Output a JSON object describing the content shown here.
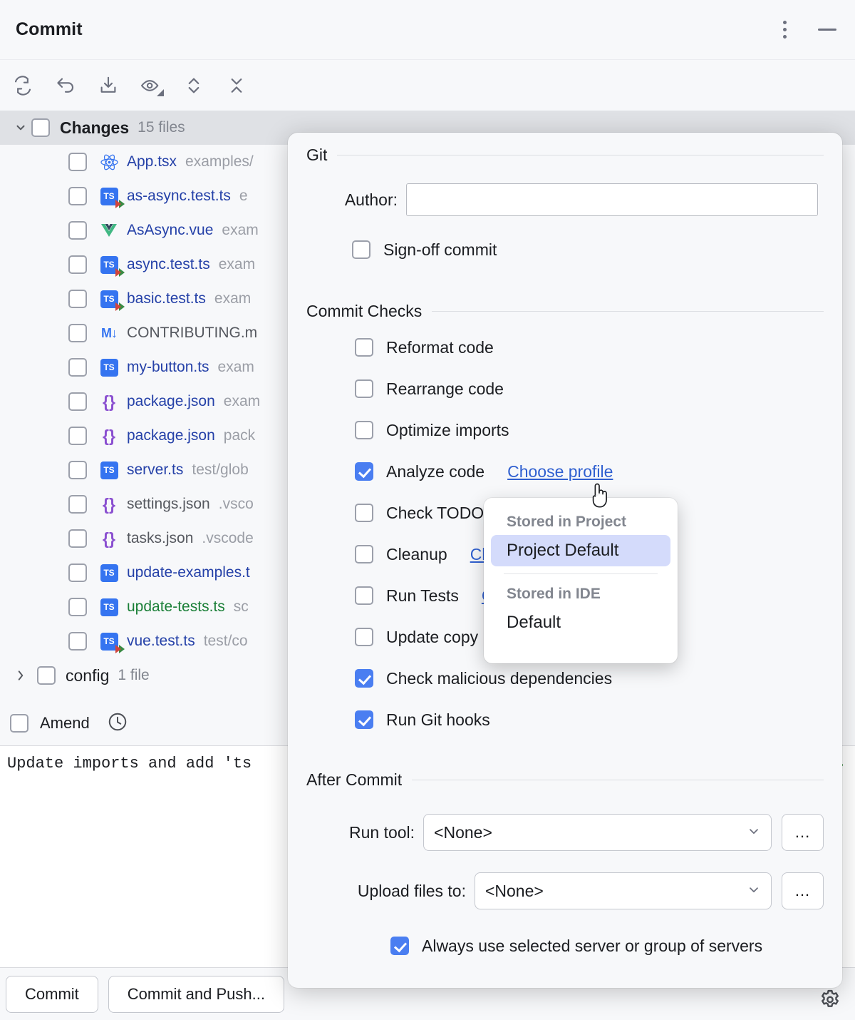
{
  "window": {
    "title": "Commit",
    "more_actions_icon": "kebab-menu-icon",
    "minimize_icon": "minimize-icon"
  },
  "toolbar": {
    "items": [
      {
        "name": "refresh-changes-icon",
        "label": "Refresh"
      },
      {
        "name": "rollback-icon",
        "label": "Rollback"
      },
      {
        "name": "shelve-changes-icon",
        "label": "Shelve Silently"
      },
      {
        "name": "preview-diff-icon",
        "label": "Show Diff Preview"
      },
      {
        "name": "expand-collapse-icon",
        "label": "Expand or Collapse"
      },
      {
        "name": "collapse-all-icon",
        "label": "Collapse All"
      }
    ]
  },
  "changes": {
    "group_label": "Changes",
    "group_count": "15 files",
    "expand_icon": "chevron-down-icon",
    "files": [
      {
        "name": "App.tsx",
        "path": "examples/",
        "icon": "react-icon",
        "status": "mod"
      },
      {
        "name": "as-async.test.ts",
        "path": "e",
        "icon": "ts-test-icon",
        "status": "mod"
      },
      {
        "name": "AsAsync.vue",
        "path": "exam",
        "icon": "vue-icon",
        "status": "mod"
      },
      {
        "name": "async.test.ts",
        "path": "exam",
        "icon": "ts-test-icon",
        "status": "mod"
      },
      {
        "name": "basic.test.ts",
        "path": "exam",
        "icon": "ts-test-icon",
        "status": "mod"
      },
      {
        "name": "CONTRIBUTING.m",
        "path": "",
        "icon": "markdown-icon",
        "status": "neutral"
      },
      {
        "name": "my-button.ts",
        "path": "exam",
        "icon": "ts-icon",
        "status": "mod"
      },
      {
        "name": "package.json",
        "path": "exam",
        "icon": "json-icon",
        "status": "mod"
      },
      {
        "name": "package.json",
        "path": "pack",
        "icon": "json-icon",
        "status": "mod"
      },
      {
        "name": "server.ts",
        "path": "test/glob",
        "icon": "ts-icon",
        "status": "mod"
      },
      {
        "name": "settings.json",
        "path": ".vsco",
        "icon": "json-icon",
        "status": "neutral"
      },
      {
        "name": "tasks.json",
        "path": ".vscode",
        "icon": "json-icon",
        "status": "neutral"
      },
      {
        "name": "update-examples.t",
        "path": "",
        "icon": "ts-icon",
        "status": "mod"
      },
      {
        "name": "update-tests.ts",
        "path": "sc",
        "icon": "ts-icon",
        "status": "add"
      },
      {
        "name": "vue.test.ts",
        "path": "test/co",
        "icon": "ts-test-icon",
        "status": "mod"
      }
    ],
    "subgroup": {
      "label": "config",
      "count": "1 file",
      "expand_icon": "chevron-right-icon"
    }
  },
  "amend": {
    "label": "Amend",
    "icon": "history-clock-icon"
  },
  "commit_message": {
    "value": "Update imports and add 'ts",
    "valid_icon": "green-check-icon"
  },
  "bottom": {
    "commit_label": "Commit",
    "commit_push_label": "Commit and Push...",
    "settings_icon": "gear-icon"
  },
  "dialog": {
    "git_section": {
      "title": "Git",
      "author_label": "Author:",
      "author_value": "",
      "author_placeholder": "",
      "signoff_label": "Sign-off commit",
      "signoff_checked": false
    },
    "commit_checks": {
      "title": "Commit Checks",
      "items": [
        {
          "label": "Reformat code",
          "checked": false,
          "link": ""
        },
        {
          "label": "Rearrange code",
          "checked": false,
          "link": ""
        },
        {
          "label": "Optimize imports",
          "checked": false,
          "link": ""
        },
        {
          "label": "Analyze code",
          "checked": true,
          "link": "Choose profile"
        },
        {
          "label": "Check TODO",
          "checked": false,
          "link": ""
        },
        {
          "label": "Cleanup",
          "checked": false,
          "link": "Ch"
        },
        {
          "label": "Run Tests",
          "checked": false,
          "link": "C"
        },
        {
          "label": "Update copy",
          "checked": false,
          "link": ""
        },
        {
          "label": "Check malicious dependencies",
          "checked": true,
          "link": ""
        },
        {
          "label": "Run Git hooks",
          "checked": true,
          "link": ""
        }
      ]
    },
    "after_commit": {
      "title": "After Commit",
      "run_tool_label": "Run tool:",
      "run_tool_value": "<None>",
      "upload_label": "Upload files to:",
      "upload_value": "<None>",
      "browse_label": "...",
      "always_use_label": "Always use selected server or group of servers",
      "always_use_checked": true,
      "dropdown_icon": "chevron-down-icon"
    }
  },
  "profile_popup": {
    "group_project": "Stored in Project",
    "item_project_default": "Project Default",
    "group_ide": "Stored in IDE",
    "item_default": "Default",
    "cursor_icon": "pointing-hand-cursor"
  },
  "colors": {
    "accent": "#4a7ef1",
    "link": "#2f5fd0",
    "modified": "#2541a8",
    "added": "#1a7f37",
    "muted": "#9b9ea6",
    "selection": "#d4dbfb"
  }
}
